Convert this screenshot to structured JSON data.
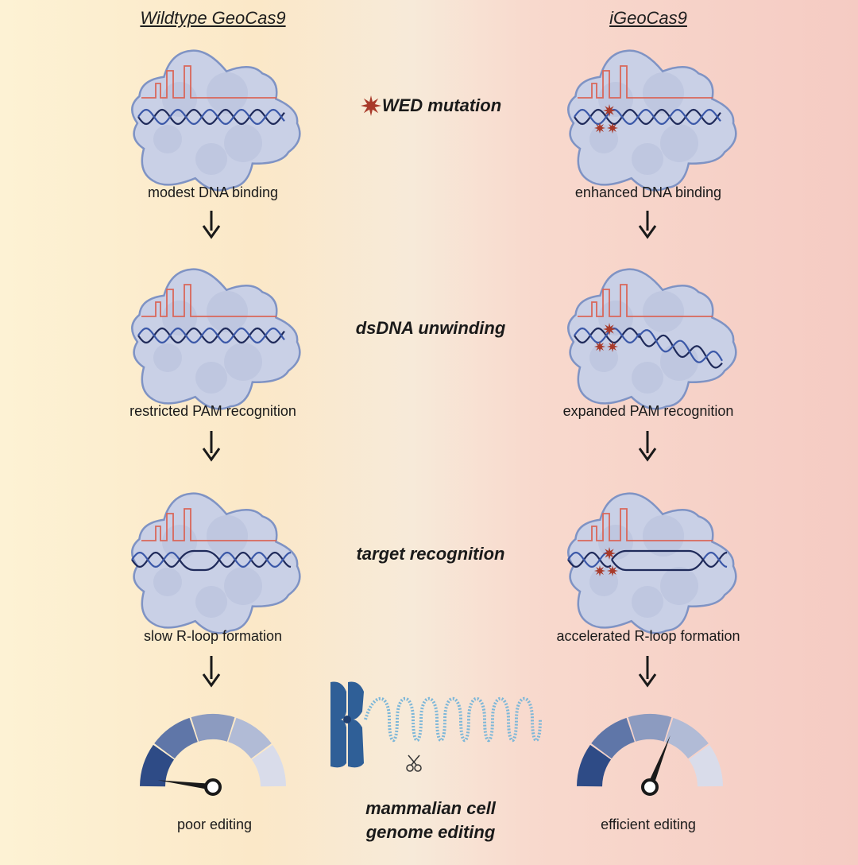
{
  "columns": {
    "left_title": "Wildtype GeoCas9",
    "right_title": "iGeoCas9"
  },
  "steps": [
    {
      "left": "modest DNA binding",
      "center": "WED mutation",
      "right": "enhanced DNA binding"
    },
    {
      "left": "restricted PAM recognition",
      "center": "dsDNA unwinding",
      "right": "expanded PAM recognition"
    },
    {
      "left": "slow R-loop formation",
      "center": "target recognition",
      "right": "accelerated R-loop formation"
    }
  ],
  "results": {
    "left": "poor editing",
    "right": "efficient editing",
    "center_line1": "mammalian cell",
    "center_line2": "genome editing"
  },
  "gauges": {
    "left_level": 0.04,
    "right_level": 0.62,
    "segment_colors": [
      "#2e4b86",
      "#5f76a8",
      "#8c9bc0",
      "#b1bbd6",
      "#d9dcea"
    ]
  },
  "colors": {
    "protein": "#c9d0e6",
    "protein_edge": "#7f93c4",
    "rna": "#d9675a",
    "dna_dark": "#1f2a5a",
    "dna_blue": "#3b58a8",
    "mutation_star": "#a83a2a",
    "chromosome": "#2f5f97",
    "chromatin": "#7db7d8"
  }
}
